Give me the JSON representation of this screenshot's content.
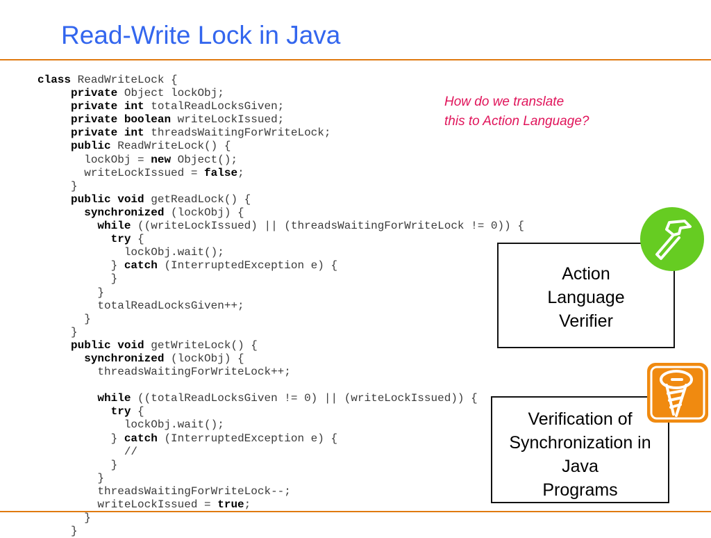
{
  "slide": {
    "title": "Read-Write Lock in Java"
  },
  "question": {
    "line1": "How do we translate",
    "line2": "this to Action Language?"
  },
  "boxes": {
    "action_language_verifier": {
      "line1": "Action",
      "line2": "Language",
      "line3": "Verifier",
      "icon": "hammer-icon"
    },
    "verification_box": {
      "line1": "Verification of",
      "line2": "Synchronization in",
      "line3": "Java",
      "line4": "Programs",
      "icon": "screw-icon"
    }
  },
  "colors": {
    "title": "#3366ee",
    "rule": "#e07a10",
    "question": "#e0145a",
    "hammer_badge": "#66cc22",
    "screw_badge": "#f08a10"
  },
  "code": {
    "lines": [
      {
        "indent": "",
        "kw": "class",
        "rest": " ReadWriteLock {"
      },
      {
        "indent": "     ",
        "kw": "private",
        "rest": " Object lockObj;"
      },
      {
        "indent": "     ",
        "kw": "private int",
        "rest": " totalReadLocksGiven;"
      },
      {
        "indent": "     ",
        "kw": "private boolean",
        "rest": " writeLockIssued;"
      },
      {
        "indent": "     ",
        "kw": "private int",
        "rest": " threadsWaitingForWriteLock;"
      },
      {
        "indent": "     ",
        "kw": "public",
        "rest": " ReadWriteLock() {"
      },
      {
        "indent": "       ",
        "kw": "",
        "rest": "lockObj = ",
        "kw2": "new",
        "rest2": " Object();"
      },
      {
        "indent": "       ",
        "kw": "",
        "rest": "writeLockIssued = ",
        "kw2": "false",
        "rest2": ";"
      },
      {
        "indent": "     ",
        "kw": "",
        "rest": "}"
      },
      {
        "indent": "     ",
        "kw": "public void",
        "rest": " getReadLock() {"
      },
      {
        "indent": "       ",
        "kw": "synchronized",
        "rest": " (lockObj) {"
      },
      {
        "indent": "         ",
        "kw": "while",
        "rest": " ((writeLockIssued) || (threadsWaitingForWriteLock != 0)) {"
      },
      {
        "indent": "           ",
        "kw": "try",
        "rest": " {"
      },
      {
        "indent": "             ",
        "kw": "",
        "rest": "lockObj.wait();"
      },
      {
        "indent": "           ",
        "kw": "",
        "rest": "} ",
        "kw2": "catch",
        "rest2": " (InterruptedException e) {"
      },
      {
        "indent": "           ",
        "kw": "",
        "rest": "}"
      },
      {
        "indent": "         ",
        "kw": "",
        "rest": "}"
      },
      {
        "indent": "         ",
        "kw": "",
        "rest": "totalReadLocksGiven++;"
      },
      {
        "indent": "       ",
        "kw": "",
        "rest": "}"
      },
      {
        "indent": "     ",
        "kw": "",
        "rest": "}"
      },
      {
        "indent": "     ",
        "kw": "public void",
        "rest": " getWriteLock() {"
      },
      {
        "indent": "       ",
        "kw": "synchronized",
        "rest": " (lockObj) {"
      },
      {
        "indent": "         ",
        "kw": "",
        "rest": "threadsWaitingForWriteLock++;"
      },
      {
        "indent": "",
        "kw": "",
        "rest": ""
      },
      {
        "indent": "         ",
        "kw": "while",
        "rest": " ((totalReadLocksGiven != 0) || (writeLockIssued)) {"
      },
      {
        "indent": "           ",
        "kw": "try",
        "rest": " {"
      },
      {
        "indent": "             ",
        "kw": "",
        "rest": "lockObj.wait();"
      },
      {
        "indent": "           ",
        "kw": "",
        "rest": "} ",
        "kw2": "catch",
        "rest2": " (InterruptedException e) {"
      },
      {
        "indent": "             ",
        "kw": "",
        "rest": "//"
      },
      {
        "indent": "           ",
        "kw": "",
        "rest": "}"
      },
      {
        "indent": "         ",
        "kw": "",
        "rest": "}"
      },
      {
        "indent": "         ",
        "kw": "",
        "rest": "threadsWaitingForWriteLock--;"
      },
      {
        "indent": "         ",
        "kw": "",
        "rest": "writeLockIssued = ",
        "kw2": "true",
        "rest2": ";"
      },
      {
        "indent": "       ",
        "kw": "",
        "rest": "}"
      },
      {
        "indent": "     ",
        "kw": "",
        "rest": "}"
      }
    ]
  }
}
